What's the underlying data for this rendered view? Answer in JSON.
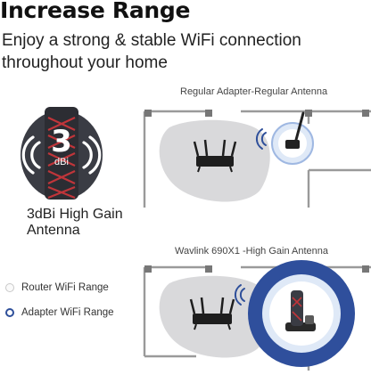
{
  "header": {
    "title": "Increase Range",
    "subtitle": "Enjoy a strong & stable WiFi connection throughout your home"
  },
  "antenna_badge": {
    "gain_number": "3",
    "gain_unit": "dBi",
    "caption": "3dBi High Gain Antenna",
    "icons": [
      "antenna-icon",
      "signal-waves-icon"
    ]
  },
  "legend": {
    "router_label": "Router WiFi Range",
    "adapter_label": "Adapter WiFi Range"
  },
  "comparison": {
    "top_label": "Regular Adapter-Regular Antenna",
    "bottom_label": "Wavlink 690X1 -High Gain Antenna"
  },
  "colors": {
    "badge_dark": "#3a3c44",
    "badge_red": "#c0353a",
    "router_range": "#d9d9db",
    "adapter_range_regular": "#dfe9f7",
    "adapter_range_high": "#2f4f9c",
    "wall": "#9a9a9a"
  }
}
